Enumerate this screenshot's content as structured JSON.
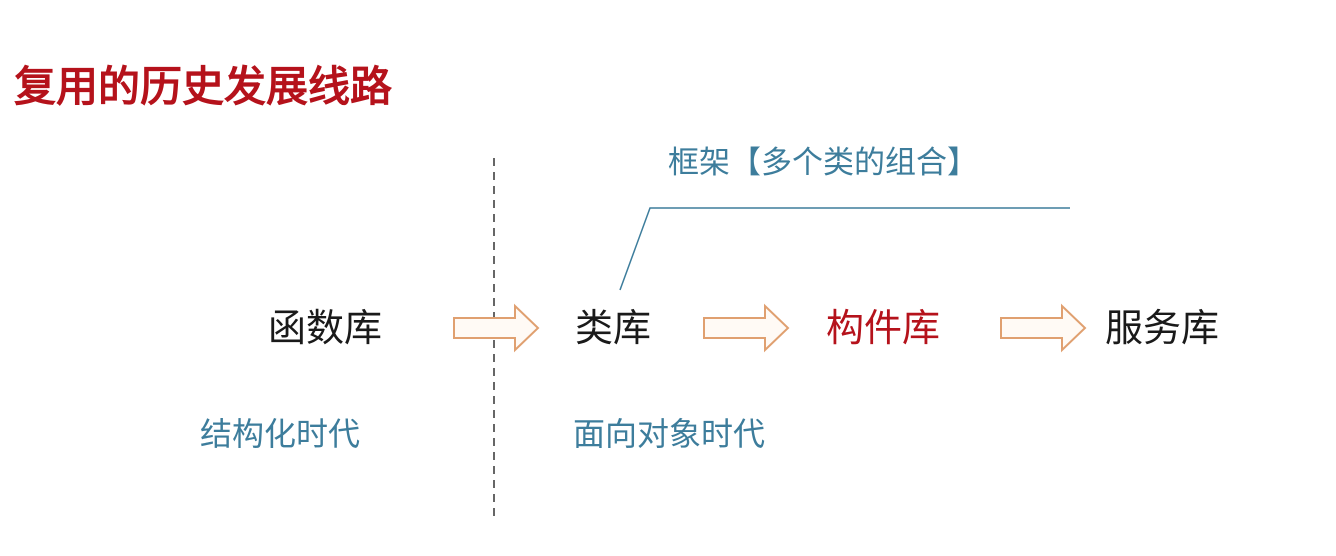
{
  "title": "复用的历史发展线路",
  "framework_label": "框架【多个类的组合】",
  "nodes": [
    {
      "label": "函数库"
    },
    {
      "label": "类库"
    },
    {
      "label": "构件库",
      "highlight_color": "#b5121b"
    },
    {
      "label": "服务库"
    }
  ],
  "eras": [
    {
      "label": "结构化时代"
    },
    {
      "label": "面向对象时代"
    }
  ],
  "colors": {
    "title": "#b5121b",
    "era": "#3d7d9c",
    "arrow": "#e0a070"
  }
}
